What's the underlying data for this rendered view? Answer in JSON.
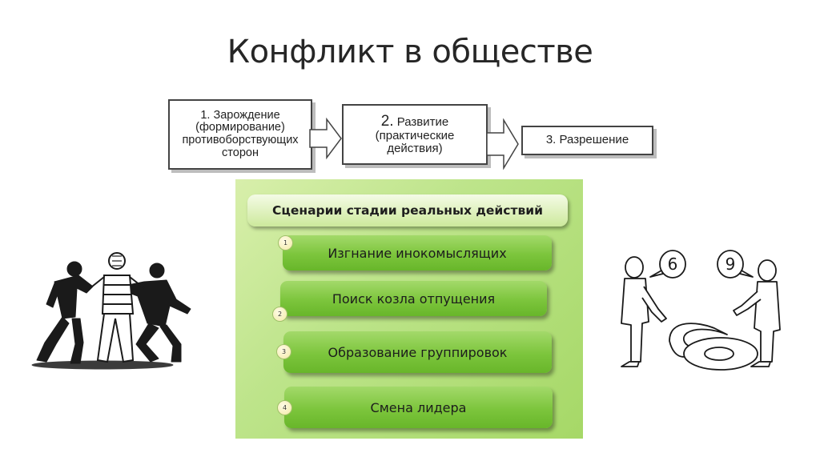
{
  "title": "Конфликт в обществе",
  "stages": [
    {
      "number": "1.",
      "lines": [
        "Зарождение",
        "(формирование)",
        "противоборствующих",
        "сторон"
      ]
    },
    {
      "number": "2.",
      "lines": [
        "Развитие",
        "(практические",
        "действия)"
      ]
    },
    {
      "number": "3.",
      "lines": [
        "Разрешение"
      ]
    }
  ],
  "scenarios": {
    "header": "Сценарии стадии реальных действий",
    "items": [
      {
        "num": "1",
        "label": "Изгнание инокомыслящих"
      },
      {
        "num": "2",
        "label": "Поиск козла отпущения"
      },
      {
        "num": "3",
        "label": "Образование группировок"
      },
      {
        "num": "4",
        "label": "Смена лидера"
      }
    ]
  },
  "illustrations": {
    "left": "people-fighting-illustration",
    "right": "six-or-nine-argument-illustration",
    "bubble_left": "6",
    "bubble_right": "9",
    "floor_digit": "6"
  }
}
